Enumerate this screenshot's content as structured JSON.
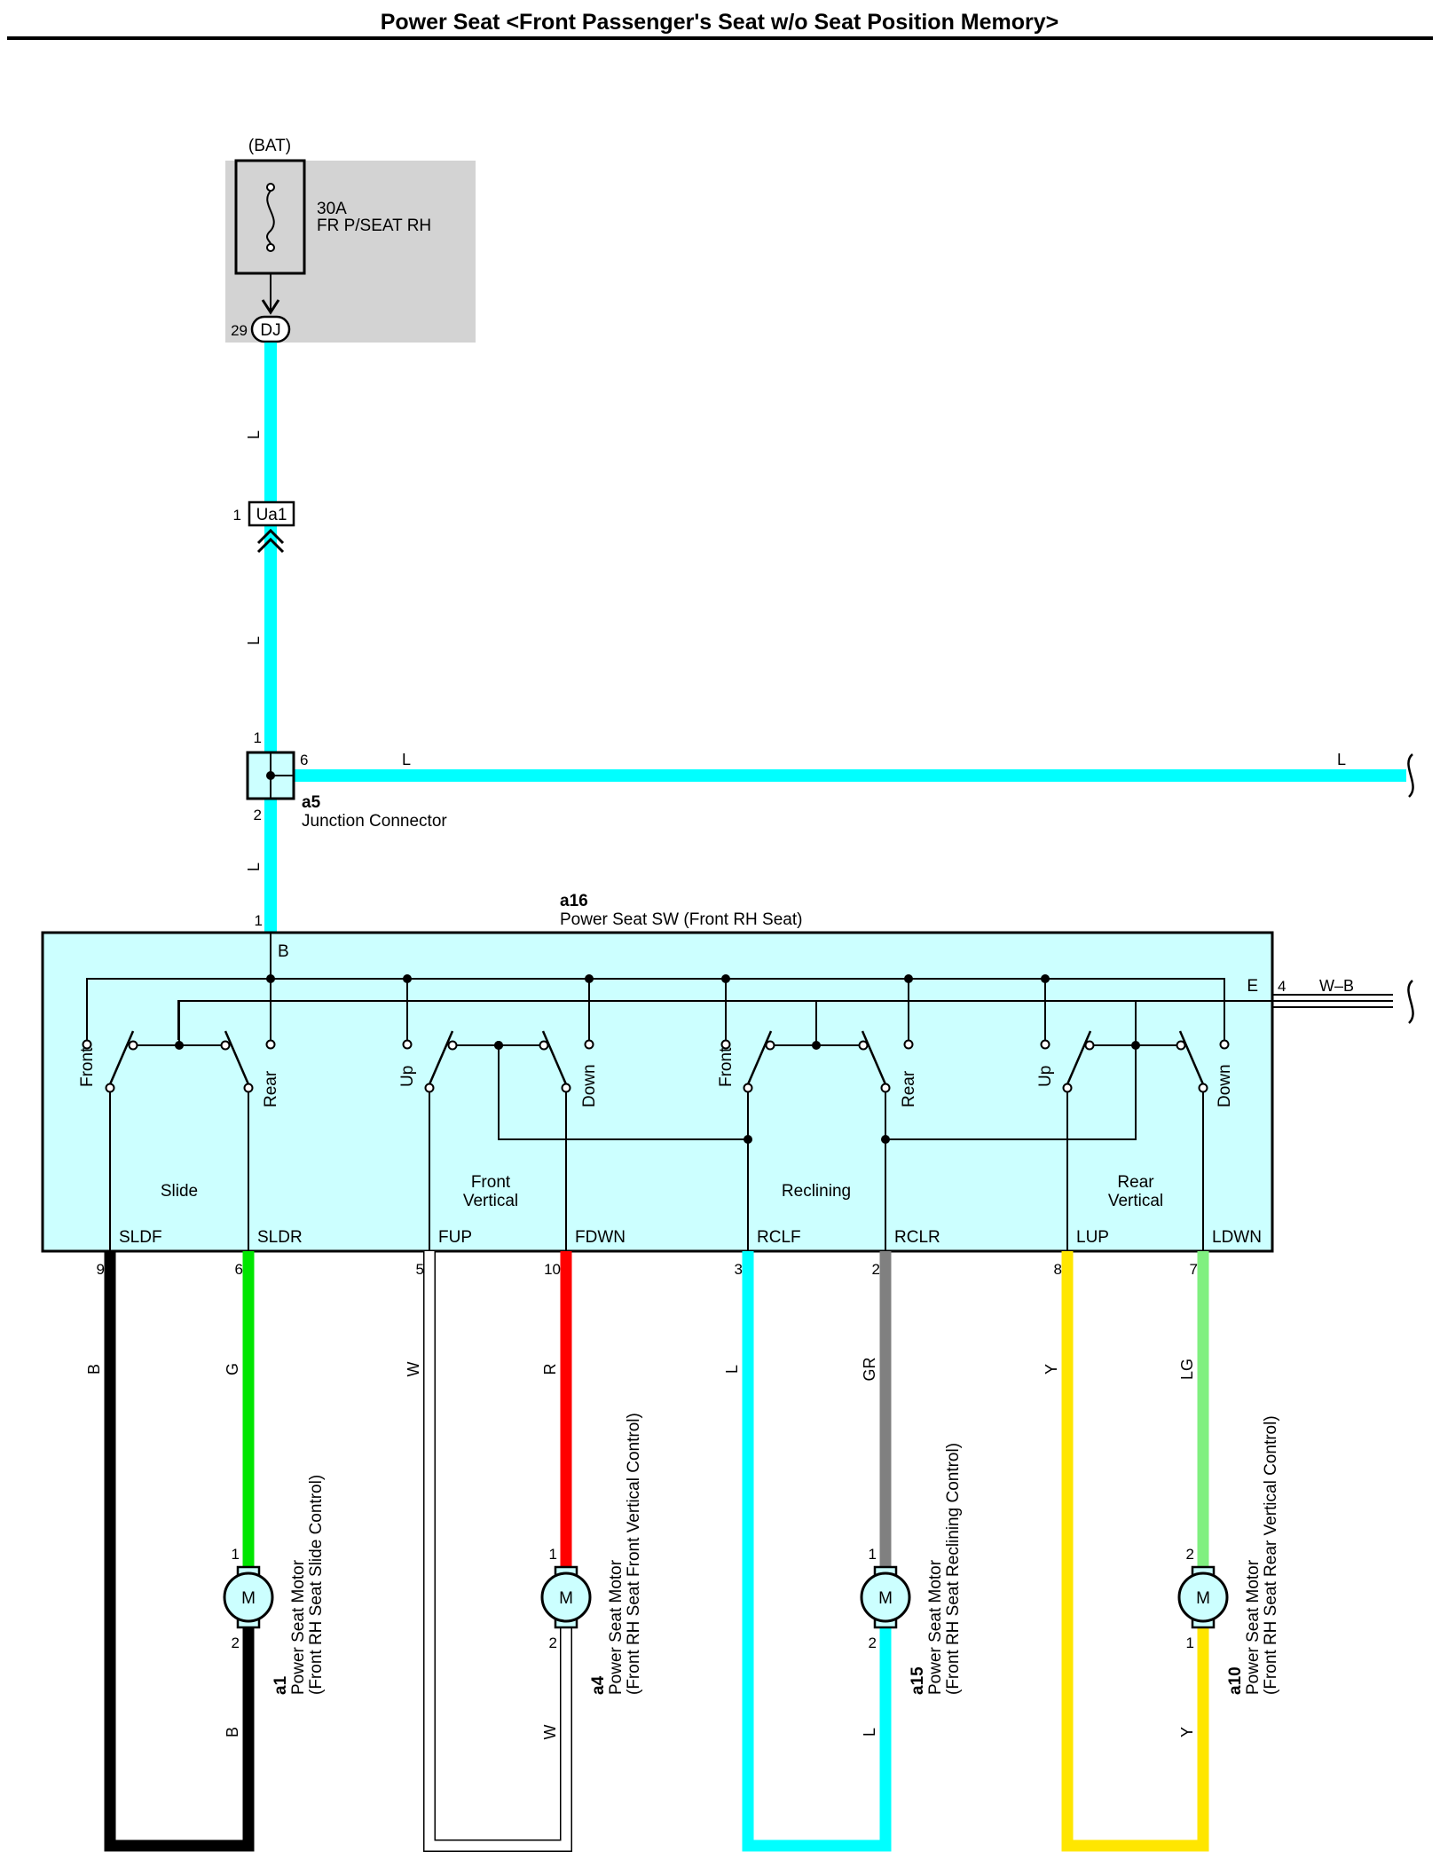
{
  "title": "Power Seat <Front Passenger's Seat w/o Seat Position Memory>",
  "fuse": {
    "source": "(BAT)",
    "rating": "30A",
    "name": "FR P/SEAT RH",
    "connector": "DJ",
    "pin": "29"
  },
  "inline_connector": {
    "id": "Ua1",
    "pin": "1"
  },
  "junction": {
    "id": "a5",
    "name": "Junction Connector",
    "pin_in": "1",
    "pin_out": "2",
    "pin_side": "6"
  },
  "wire_colors": {
    "L": "#00ffff",
    "B": "#000000",
    "G": "#00e600",
    "W": "#ffffff",
    "R": "#ff0000",
    "GR": "#808080",
    "Y": "#ffe600",
    "LG": "#80f080",
    "W-B": "#ffffff"
  },
  "main_wire": {
    "upper_label": "L",
    "middle_label": "L",
    "lower_label": "L",
    "side_label_left": "L",
    "side_label_right": "L"
  },
  "switch": {
    "id": "a16",
    "name": "Power Seat SW (Front RH Seat)",
    "in_pin": "1",
    "in_terminal": "B",
    "ground_terminal": "E",
    "ground_pin": "4",
    "ground_wire": "W–B",
    "groups": [
      {
        "name": "Slide",
        "left": "Front",
        "right": "Rear"
      },
      {
        "name": "Front\nVertical",
        "name_line1": "Front",
        "name_line2": "Vertical",
        "left": "Up",
        "right": "Down"
      },
      {
        "name": "Reclining",
        "left": "Front",
        "right": "Rear"
      },
      {
        "name": "Rear\nVertical",
        "name_line1": "Rear",
        "name_line2": "Vertical",
        "left": "Up",
        "right": "Down"
      }
    ],
    "terminals": [
      {
        "name": "SLDF",
        "pin": "9",
        "wire": "B"
      },
      {
        "name": "SLDR",
        "pin": "6",
        "wire": "G"
      },
      {
        "name": "FUP",
        "pin": "5",
        "wire": "W"
      },
      {
        "name": "FDWN",
        "pin": "10",
        "wire": "R"
      },
      {
        "name": "RCLF",
        "pin": "3",
        "wire": "L"
      },
      {
        "name": "RCLR",
        "pin": "2",
        "wire": "GR"
      },
      {
        "name": "LUP",
        "pin": "8",
        "wire": "Y"
      },
      {
        "name": "LDWN",
        "pin": "7",
        "wire": "LG"
      }
    ]
  },
  "motors": [
    {
      "id": "a1",
      "name": "Power Seat Motor",
      "sub": "(Front RH Seat Slide Control)",
      "symbol": "M",
      "top_pin": "1",
      "bottom_pin": "2",
      "return_wire": "B"
    },
    {
      "id": "a4",
      "name": "Power Seat Motor",
      "sub": "(Front RH Seat Front Vertical Control)",
      "symbol": "M",
      "top_pin": "1",
      "bottom_pin": "2",
      "return_wire": "W"
    },
    {
      "id": "a15",
      "name": "Power Seat Motor",
      "sub": "(Front RH Seat Reclining Control)",
      "symbol": "M",
      "top_pin": "1",
      "bottom_pin": "2",
      "return_wire": "L"
    },
    {
      "id": "a10",
      "name": "Power Seat Motor",
      "sub": "(Front RH Seat Rear Vertical Control)",
      "symbol": "M",
      "top_pin": "2",
      "bottom_pin": "1",
      "return_wire": "Y"
    }
  ]
}
